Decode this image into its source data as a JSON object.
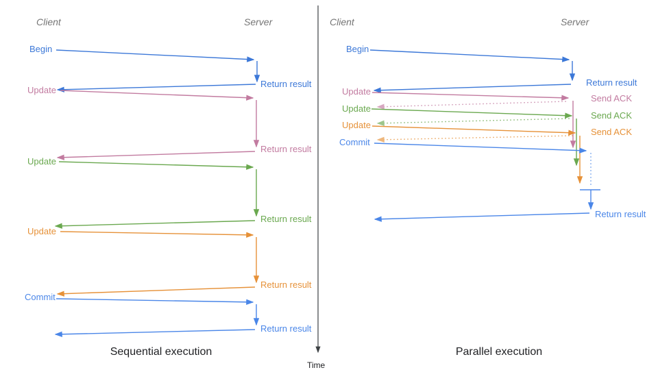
{
  "palette": {
    "blue": "#3c78d8",
    "blue_light": "#4a86e8",
    "pink": "#c27ba0",
    "green": "#6aa84f",
    "orange": "#e69138",
    "axis": "#3c4043",
    "header": "#757575",
    "caption": "#202124"
  },
  "time_axis": {
    "label": "Time"
  },
  "left_diagram": {
    "caption": "Sequential execution",
    "client_label": "Client",
    "server_label": "Server",
    "messages": [
      {
        "label": "Begin",
        "response": "Return result",
        "color": "blue"
      },
      {
        "label": "Update",
        "response": "Return result",
        "color": "pink"
      },
      {
        "label": "Update",
        "response": "Return result",
        "color": "green"
      },
      {
        "label": "Update",
        "response": "Return result",
        "color": "orange"
      },
      {
        "label": "Commit",
        "response": "Return result",
        "color": "blue_light"
      }
    ]
  },
  "right_diagram": {
    "caption": "Parallel execution",
    "client_label": "Client",
    "server_label": "Server",
    "messages": [
      {
        "label": "Begin",
        "response": "Return result",
        "color": "blue"
      },
      {
        "label": "Update",
        "response": "Send ACK",
        "color": "pink"
      },
      {
        "label": "Update",
        "response": "Send ACK",
        "color": "green"
      },
      {
        "label": "Update",
        "response": "Send ACK",
        "color": "orange"
      },
      {
        "label": "Commit",
        "response": "Return result",
        "color": "blue_light"
      }
    ]
  }
}
